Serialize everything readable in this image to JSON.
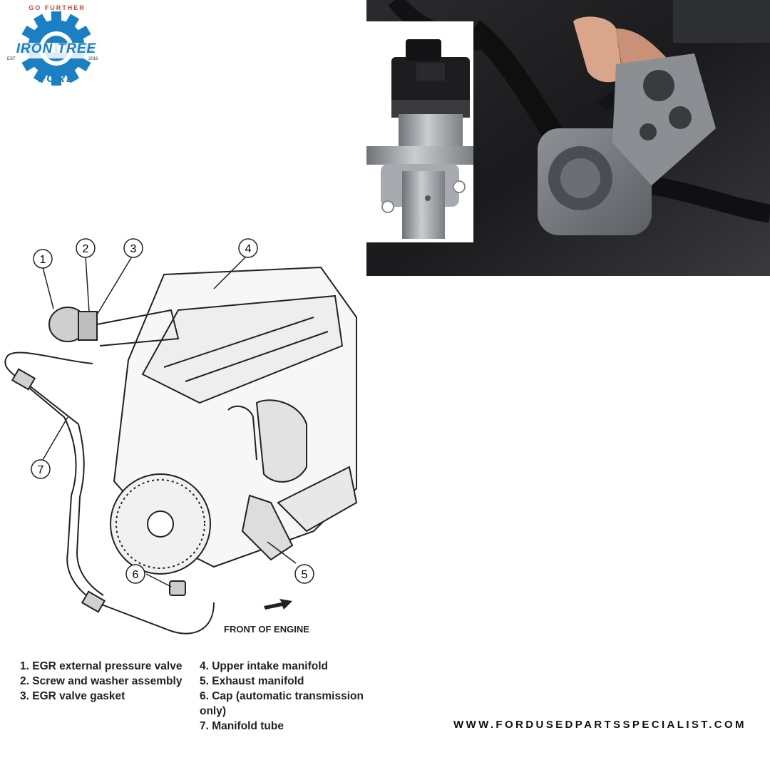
{
  "logo": {
    "top_text": "GO FURTHER",
    "wordmark": "IRON TREE",
    "est": "EST",
    "year": "2016",
    "ford": "FORD",
    "colors": {
      "gear": "#1b7fc4",
      "accent": "#e0453a"
    }
  },
  "diagram": {
    "callouts": [
      "1",
      "2",
      "3",
      "4",
      "5",
      "6",
      "7"
    ],
    "front_label": "FRONT OF ENGINE"
  },
  "legend": {
    "left": [
      "1. EGR external pressure valve",
      "2. Screw and washer assembly",
      "3. EGR valve gasket"
    ],
    "right": [
      "4. Upper intake manifold",
      "5. Exhaust manifold",
      "6. Cap (automatic transmission only)",
      "7. Manifold tube"
    ]
  },
  "footer": {
    "website": "WWW.FORDUSEDPARTSSPECIALIST.COM"
  }
}
